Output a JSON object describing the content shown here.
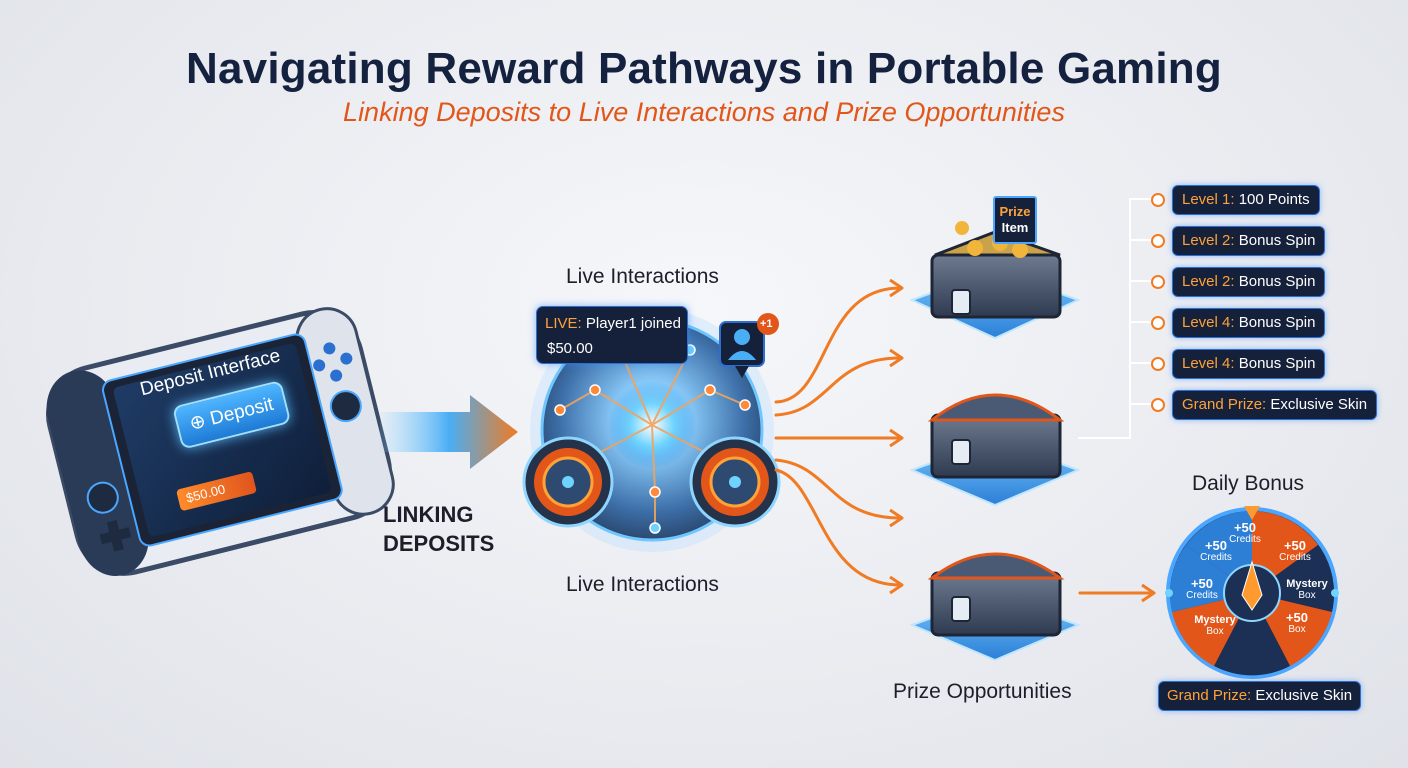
{
  "title": "Navigating Reward Pathways in Portable Gaming",
  "subtitle": "Linking Deposits to Live Interactions and Prize Opportunities",
  "labels": {
    "live_top": "Live Interactions",
    "live_bottom": "Live Interactions",
    "prize": "Prize Opportunities",
    "daily": "Daily Bonus",
    "linking_1": "LINKING",
    "linking_2": "DEPOSITS"
  },
  "device": {
    "screen_title": "Deposit Interface",
    "button_label": "Deposit",
    "amount": "$50.00"
  },
  "live_bubble": {
    "tag": "LIVE:",
    "text": "Player1 joined",
    "amount": "$50.00"
  },
  "notification": {
    "badge": "+1"
  },
  "chest_sign": {
    "line1": "Prize",
    "line2": "Item"
  },
  "levels": [
    {
      "key": "Level 1:",
      "value": "100 Points"
    },
    {
      "key": "Level 2:",
      "value": "Bonus Spin"
    },
    {
      "key": "Level 2:",
      "value": "Bonus Spin"
    },
    {
      "key": "Level 4:",
      "value": "Bonus Spin"
    },
    {
      "key": "Level 4:",
      "value": "Bonus Spin"
    },
    {
      "key": "Grand Prize:",
      "value": "Exclusive Skin"
    }
  ],
  "wheel": {
    "segments": [
      {
        "big": "+50",
        "small": "Credits"
      },
      {
        "big": "+50",
        "small": "Credits"
      },
      {
        "big": "+50",
        "small": "Credits"
      },
      {
        "big": "+50",
        "small": "Credits"
      },
      {
        "big": "Mystery",
        "small": "Box"
      },
      {
        "big": "+50",
        "small": "Box"
      },
      {
        "big": "Mystery",
        "small": "Box"
      }
    ]
  },
  "grand_prize_bottom": {
    "key": "Grand Prize:",
    "value": "Exclusive Skin"
  },
  "colors": {
    "accent": "#e2561a",
    "navy": "#14213f",
    "glow": "#2d6fd1",
    "orange": "#f07b22"
  }
}
